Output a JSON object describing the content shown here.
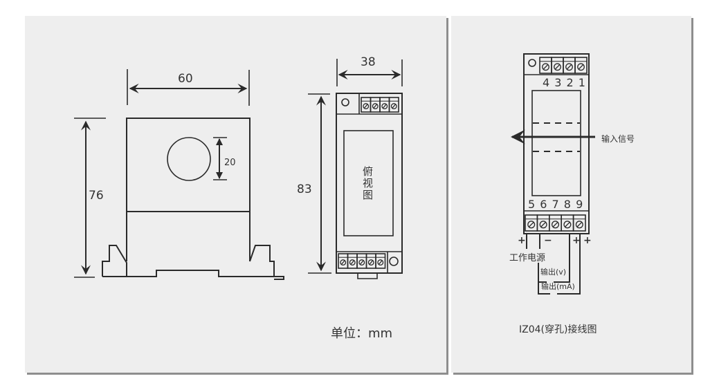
{
  "dimension_drawing": {
    "front_view": {
      "width": "60",
      "height": "76",
      "hole_diameter": "20"
    },
    "top_view": {
      "width": "38",
      "height": "83",
      "label": "俯视图"
    },
    "unit_label": "单位：mm"
  },
  "wiring_diagram": {
    "top_terminal_numbers": "4 3 2 1",
    "bottom_terminal_numbers": "5 6 7 8 9",
    "input_signal_label": "输入信号",
    "power_label": "工作电源",
    "output_v_label": "输出(v)",
    "output_ma_label": "输出(mA)",
    "plus_sign": "+",
    "minus_sign": "−",
    "title": "IZ04(穿孔)接线图"
  },
  "colors": {
    "panel": "#eeeeee",
    "shadow": "#8e8e8e",
    "line": "#2a2a2a"
  }
}
